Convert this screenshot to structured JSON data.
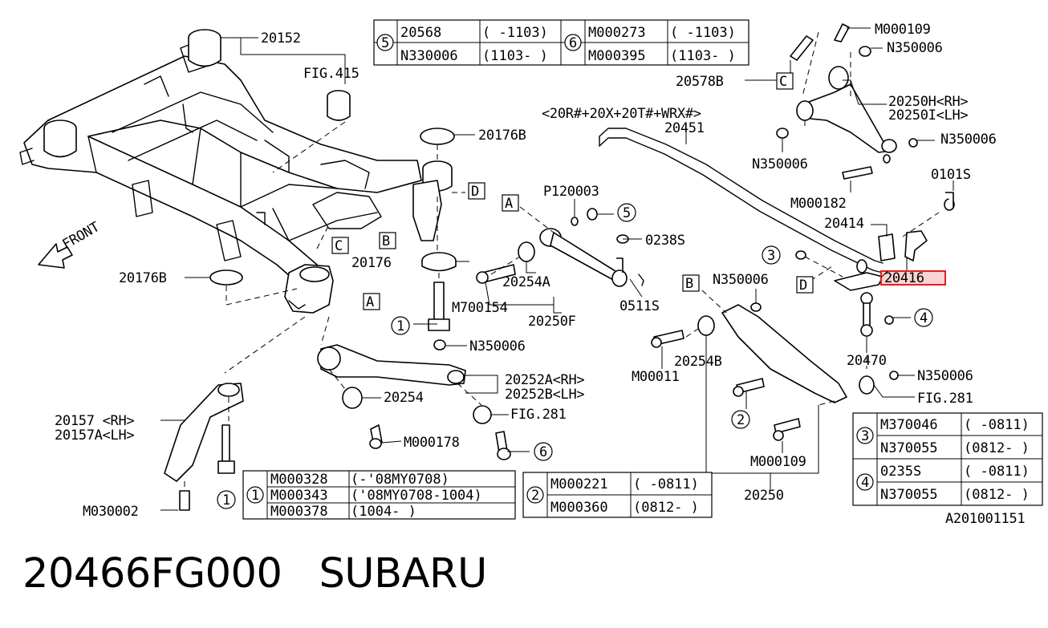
{
  "callouts": {
    "c20152": "20152",
    "fig415": "FIG.415",
    "c20176B_top": "20176B",
    "c20176B_left": "20176B",
    "c20176": "20176",
    "front": "FRONT",
    "p120003": "P120003",
    "c0238S": "0238S",
    "c20254A": "20254A",
    "m700154": "M700154",
    "c20250F": "20250F",
    "c0511S": "0511S",
    "n350006_mid": "N350006",
    "c20252A": "20252A<RH>",
    "c20252B": "20252B<LH>",
    "c20254": "20254",
    "fig281_mid": "FIG.281",
    "m000178": "M000178",
    "c20157": "20157 <RH>",
    "c20157A": "20157A<LH>",
    "m030002": "M030002",
    "models": "<20R#+20X+20T#+WRX#>",
    "c20451": "20451",
    "c20578B": "20578B",
    "m000109_top": "M000109",
    "n350006_top": "N350006",
    "c20250H": "20250H<RH>",
    "c20250I": "20250I<LH>",
    "n350006_r1": "N350006",
    "n350006_r2": "N350006",
    "m000182": "M000182",
    "c0101S": "0101S",
    "c20414": "20414",
    "c20416": "20416",
    "n350006_b": "N350006",
    "c20470": "20470",
    "m00011": "M00011",
    "c20254B": "20254B",
    "n350006_br": "N350006",
    "fig281_r": "FIG.281",
    "m000109_b": "M000109",
    "c20250": "20250",
    "diagram_id": "A201001151"
  },
  "refs": {
    "A": "A",
    "B": "B",
    "C": "C",
    "D": "D",
    "n1": "1",
    "n2": "2",
    "n3": "3",
    "n4": "4",
    "n5": "5",
    "n6": "6"
  },
  "tables": {
    "t1": {
      "num": "1",
      "rows": [
        [
          "M000328",
          "(-'08MY0708)"
        ],
        [
          "M000343",
          "('08MY0708-1004)"
        ],
        [
          "M000378",
          "(1004-    )"
        ]
      ]
    },
    "t2": {
      "num": "2",
      "rows": [
        [
          "M000221",
          "( -0811)"
        ],
        [
          "M000360",
          "(0812- )"
        ]
      ]
    },
    "t3": {
      "num": "3",
      "rows": [
        [
          "M370046",
          "( -0811)"
        ],
        [
          "N370055",
          "(0812- )"
        ]
      ]
    },
    "t4": {
      "num": "4",
      "rows": [
        [
          "0235S",
          "( -0811)"
        ],
        [
          "N370055",
          "(0812- )"
        ]
      ]
    },
    "t5": {
      "num": "5",
      "rows": [
        [
          "20568",
          "( -1103)"
        ],
        [
          "N330006",
          "(1103- )"
        ]
      ]
    },
    "t6": {
      "num": "6",
      "rows": [
        [
          "M000273",
          "( -1103)"
        ],
        [
          "M000395",
          "(1103- )"
        ]
      ]
    }
  },
  "footer": {
    "part_number": "20466FG000",
    "brand": "SUBARU"
  },
  "colors": {
    "highlight": "#e02020",
    "highlight_fill": "#f9d3d3"
  }
}
